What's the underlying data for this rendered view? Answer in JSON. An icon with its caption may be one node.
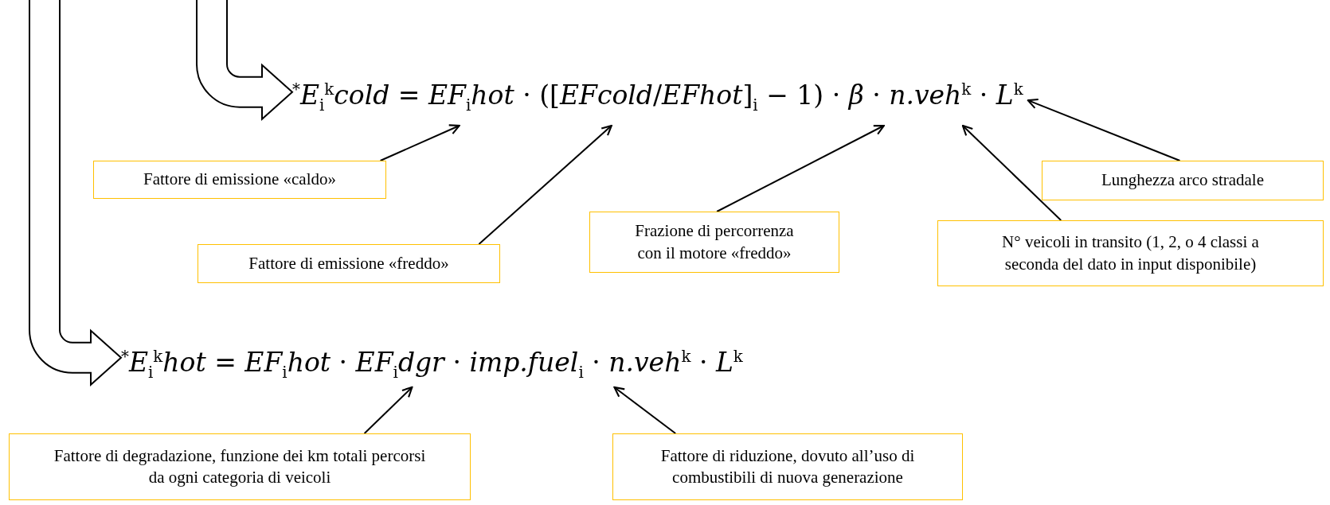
{
  "diagram": {
    "nodes": [
      {
        "text": [
          "$^{*}$*E*$_{i}$$^{k}$*cold* = *EF*$_{i}$*hot* · ([*EFcold*/*EFhot*]$_{i}$ − 1) · *β* · *n.veh*$^{k}$ · *L*$^{k}$"
        ]
      },
      {
        "text": [
          "Fattore di emissione «caldo»"
        ]
      },
      {
        "text": [
          "Lunghezza arco stradale"
        ]
      },
      {
        "text": [
          "Frazione di percorrenza con il motore «freddo»"
        ]
      },
      {
        "text": [
          "N° veicoli in transito (1, 2, o 4 classi a seconda del dato in input disponibile)"
        ]
      },
      {
        "text": [
          "Fattore di emissione «freddo»"
        ]
      },
      {
        "text": [
          "$^{*}$*E*$_{i}$$^{k}$*hot* = *EF*$_{i}$*hot* · *EF*$_{i}$*dgr* · *imp.fuel*$_{i}$ · *n.veh*$^{k}$ · *L*$^{k}$"
        ]
      },
      {
        "text": [
          "Fattore di degradazione, funzione dei km totali percorsi da ogni categoria di veicoli"
        ]
      },
      {
        "text": [
          "Fattore di riduzione, dovuto all’uso di combustibili di nuova generazione"
        ]
      }
    ],
    "edges": [
      {
        "from": null,
        "to": 0,
        "arrow": "to",
        "style": "thick"
      },
      {
        "from": null,
        "to": 6,
        "arrow": "to",
        "style": "thick"
      },
      {
        "from": 1,
        "to": 0,
        "arrow": "to"
      },
      {
        "from": 5,
        "to": 0,
        "arrow": "to"
      },
      {
        "from": 3,
        "to": 0,
        "arrow": "to"
      },
      {
        "from": 4,
        "to": 0,
        "arrow": "to"
      },
      {
        "from": 2,
        "to": 0,
        "arrow": "to"
      },
      {
        "from": 7,
        "to": 6,
        "arrow": "to"
      },
      {
        "from": 8,
        "to": 6,
        "arrow": "to"
      }
    ]
  }
}
